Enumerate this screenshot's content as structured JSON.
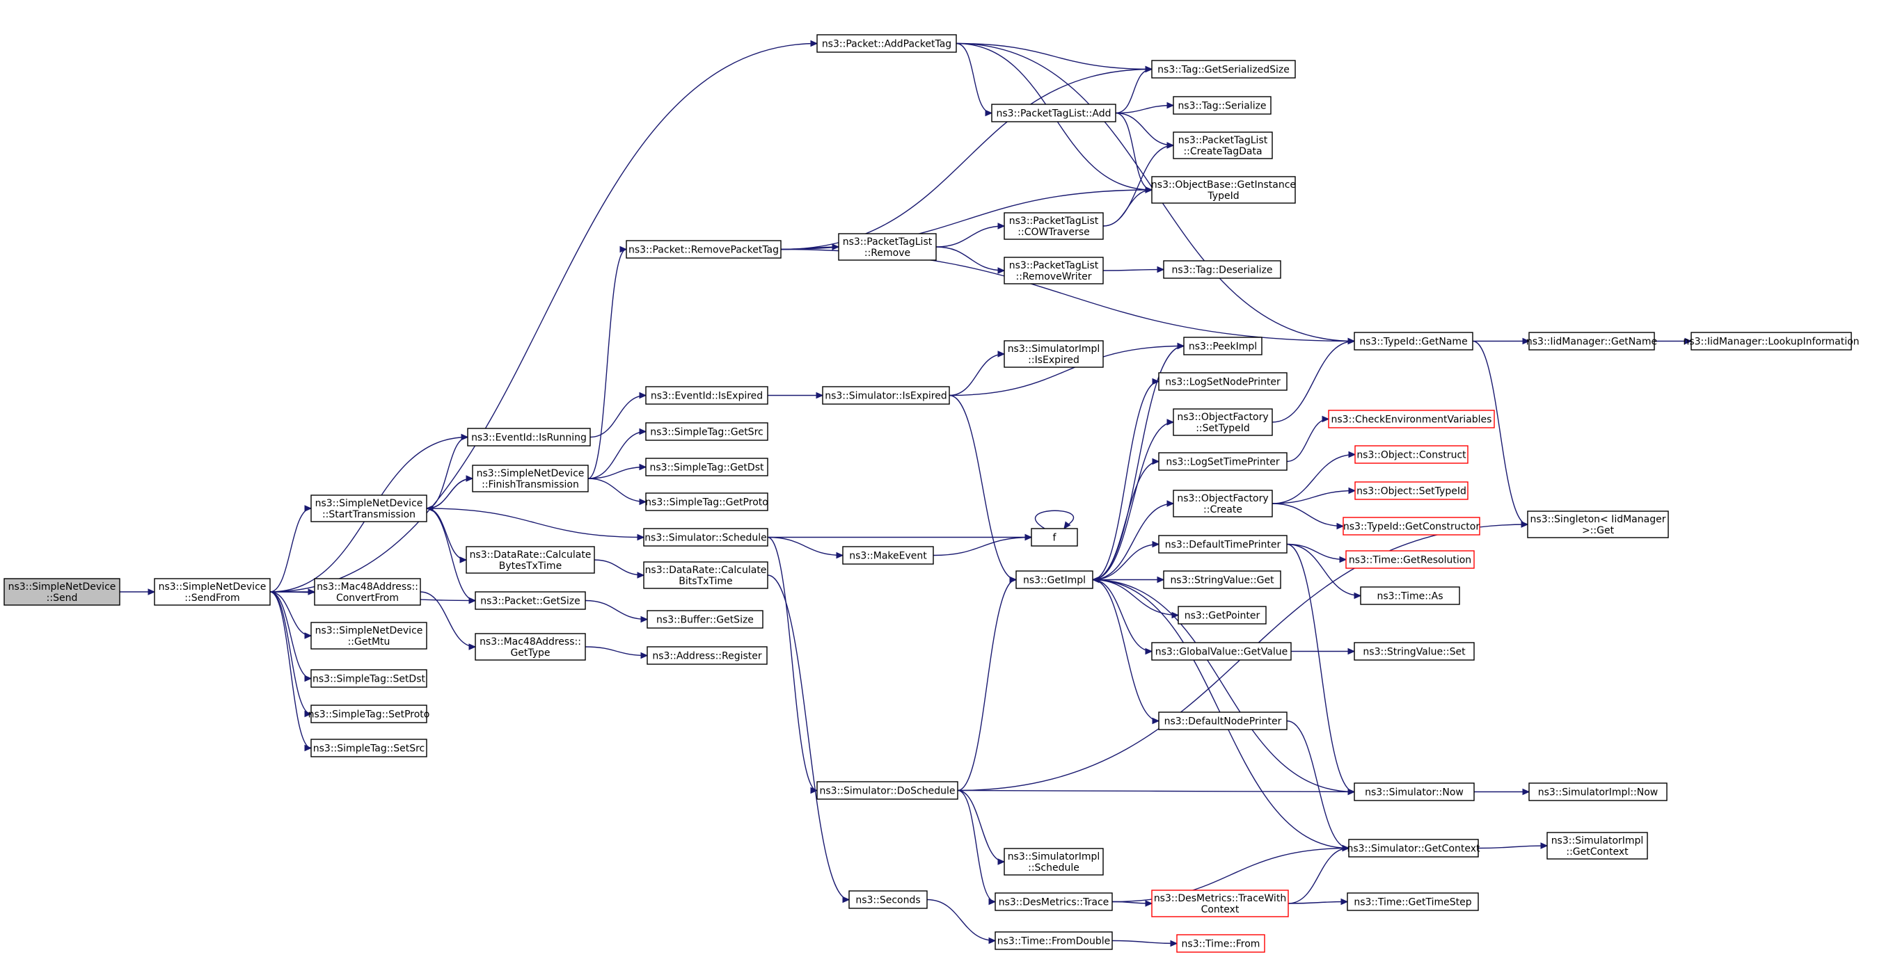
{
  "graph": {
    "root": "send",
    "colors": {
      "edge": "#191970",
      "root_fill": "#bfbfbf",
      "truncated_border": "#ff0000",
      "node_border": "#000000"
    },
    "nodes": {
      "send": {
        "lines": [
          "ns3::SimpleNetDevice",
          "::Send"
        ],
        "root": true
      },
      "sendfrom": {
        "lines": [
          "ns3::SimpleNetDevice",
          "::SendFrom"
        ]
      },
      "addpackettag": {
        "lines": [
          "ns3::Packet::AddPacketTag"
        ]
      },
      "removepackettag": {
        "lines": [
          "ns3::Packet::RemovePacketTag"
        ]
      },
      "isrunning": {
        "lines": [
          "ns3::EventId::IsRunning"
        ]
      },
      "starttransmission": {
        "lines": [
          "ns3::SimpleNetDevice",
          "::StartTransmission"
        ]
      },
      "finishtransmission": {
        "lines": [
          "ns3::SimpleNetDevice",
          "::FinishTransmission"
        ]
      },
      "convertfrom": {
        "lines": [
          "ns3::Mac48Address::",
          "ConvertFrom"
        ]
      },
      "getmtu": {
        "lines": [
          "ns3::SimpleNetDevice",
          "::GetMtu"
        ]
      },
      "setdst": {
        "lines": [
          "ns3::SimpleTag::SetDst"
        ]
      },
      "setproto": {
        "lines": [
          "ns3::SimpleTag::SetProto"
        ]
      },
      "setsrc": {
        "lines": [
          "ns3::SimpleTag::SetSrc"
        ]
      },
      "calcbytes": {
        "lines": [
          "ns3::DataRate::Calculate",
          "BytesTxTime"
        ]
      },
      "getsize": {
        "lines": [
          "ns3::Packet::GetSize"
        ]
      },
      "gettype48": {
        "lines": [
          "ns3::Mac48Address::",
          "GetType"
        ]
      },
      "isexpired_ev": {
        "lines": [
          "ns3::EventId::IsExpired"
        ]
      },
      "getsrc": {
        "lines": [
          "ns3::SimpleTag::GetSrc"
        ]
      },
      "getdst": {
        "lines": [
          "ns3::SimpleTag::GetDst"
        ]
      },
      "getproto": {
        "lines": [
          "ns3::SimpleTag::GetProto"
        ]
      },
      "schedule": {
        "lines": [
          "ns3::Simulator::Schedule"
        ]
      },
      "calcbits": {
        "lines": [
          "ns3::DataRate::Calculate",
          "BitsTxTime"
        ]
      },
      "buf_getsize": {
        "lines": [
          "ns3::Buffer::GetSize"
        ]
      },
      "addr_register": {
        "lines": [
          "ns3::Address::Register"
        ]
      },
      "ptl_remove": {
        "lines": [
          "ns3::PacketTagList",
          "::Remove"
        ]
      },
      "sim_isexpired": {
        "lines": [
          "ns3::Simulator::IsExpired"
        ]
      },
      "makeevent": {
        "lines": [
          "ns3::MakeEvent"
        ]
      },
      "doschedule": {
        "lines": [
          "ns3::Simulator::DoSchedule"
        ]
      },
      "seconds": {
        "lines": [
          "ns3::Seconds"
        ]
      },
      "ptl_add": {
        "lines": [
          "ns3::PacketTagList::Add"
        ]
      },
      "ptl_cow": {
        "lines": [
          "ns3::PacketTagList",
          "::COWTraverse"
        ]
      },
      "ptl_rmw": {
        "lines": [
          "ns3::PacketTagList",
          "::RemoveWriter"
        ]
      },
      "simimpl_isexpired": {
        "lines": [
          "ns3::SimulatorImpl",
          "::IsExpired"
        ]
      },
      "f": {
        "lines": [
          "f"
        ]
      },
      "getimpl": {
        "lines": [
          "ns3::GetImpl"
        ]
      },
      "simimpl_schedule": {
        "lines": [
          "ns3::SimulatorImpl",
          "::Schedule"
        ]
      },
      "desmetrics_trace": {
        "lines": [
          "ns3::DesMetrics::Trace"
        ]
      },
      "fromdouble": {
        "lines": [
          "ns3::Time::FromDouble"
        ]
      },
      "tag_getsersize": {
        "lines": [
          "ns3::Tag::GetSerializedSize"
        ]
      },
      "tag_serialize": {
        "lines": [
          "ns3::Tag::Serialize"
        ]
      },
      "ptl_createtagdata": {
        "lines": [
          "ns3::PacketTagList",
          "::CreateTagData"
        ]
      },
      "ob_getinstance": {
        "lines": [
          "ns3::ObjectBase::GetInstance",
          "TypeId"
        ]
      },
      "tag_deserialize": {
        "lines": [
          "ns3::Tag::Deserialize"
        ]
      },
      "peekimpl": {
        "lines": [
          "ns3::PeekImpl"
        ]
      },
      "lognodeprinter": {
        "lines": [
          "ns3::LogSetNodePrinter"
        ]
      },
      "of_settypeid": {
        "lines": [
          "ns3::ObjectFactory",
          "::SetTypeId"
        ]
      },
      "logtimeprinter": {
        "lines": [
          "ns3::LogSetTimePrinter"
        ]
      },
      "of_create": {
        "lines": [
          "ns3::ObjectFactory",
          "::Create"
        ]
      },
      "deftimeprinter": {
        "lines": [
          "ns3::DefaultTimePrinter"
        ]
      },
      "strval_get": {
        "lines": [
          "ns3::StringValue::Get"
        ]
      },
      "getpointer": {
        "lines": [
          "ns3::GetPointer"
        ]
      },
      "gv_getvalue": {
        "lines": [
          "ns3::GlobalValue::GetValue"
        ]
      },
      "defnodeprinter": {
        "lines": [
          "ns3::DefaultNodePrinter"
        ]
      },
      "tracewithctx": {
        "lines": [
          "ns3::DesMetrics::TraceWith",
          "Context"
        ],
        "truncated": true
      },
      "time_from": {
        "lines": [
          "ns3::Time::From"
        ],
        "truncated": true
      },
      "typeid_getname": {
        "lines": [
          "ns3::TypeId::GetName"
        ]
      },
      "checkenv": {
        "lines": [
          "ns3::CheckEnvironmentVariables"
        ],
        "truncated": true
      },
      "obj_construct": {
        "lines": [
          "ns3::Object::Construct"
        ],
        "truncated": true
      },
      "obj_settypeid": {
        "lines": [
          "ns3::Object::SetTypeId"
        ],
        "truncated": true
      },
      "typeid_getctor": {
        "lines": [
          "ns3::TypeId::GetConstructor"
        ],
        "truncated": true
      },
      "time_getres": {
        "lines": [
          "ns3::Time::GetResolution"
        ],
        "truncated": true
      },
      "time_as": {
        "lines": [
          "ns3::Time::As"
        ]
      },
      "strval_set": {
        "lines": [
          "ns3::StringValue::Set"
        ]
      },
      "sim_now": {
        "lines": [
          "ns3::Simulator::Now"
        ]
      },
      "sim_getcontext": {
        "lines": [
          "ns3::Simulator::GetContext"
        ]
      },
      "time_gettimestep": {
        "lines": [
          "ns3::Time::GetTimeStep"
        ]
      },
      "iidmgr_getname": {
        "lines": [
          "ns3::IidManager::GetName"
        ]
      },
      "iidmgr_lookup": {
        "lines": [
          "ns3::IidManager::LookupInformation"
        ]
      },
      "singleton_get": {
        "lines": [
          "ns3::Singleton< IidManager",
          " >::Get"
        ]
      },
      "simimpl_now": {
        "lines": [
          "ns3::SimulatorImpl::Now"
        ]
      },
      "simimpl_getcontext": {
        "lines": [
          "ns3::SimulatorImpl",
          "::GetContext"
        ]
      }
    },
    "edges": [
      [
        "send",
        "sendfrom"
      ],
      [
        "sendfrom",
        "addpackettag"
      ],
      [
        "sendfrom",
        "isrunning"
      ],
      [
        "sendfrom",
        "starttransmission"
      ],
      [
        "sendfrom",
        "getsize"
      ],
      [
        "sendfrom",
        "convertfrom"
      ],
      [
        "sendfrom",
        "getmtu"
      ],
      [
        "sendfrom",
        "setdst"
      ],
      [
        "sendfrom",
        "setproto"
      ],
      [
        "sendfrom",
        "setsrc"
      ],
      [
        "starttransmission",
        "isrunning"
      ],
      [
        "starttransmission",
        "finishtransmission"
      ],
      [
        "starttransmission",
        "calcbytes"
      ],
      [
        "starttransmission",
        "getsize"
      ],
      [
        "starttransmission",
        "schedule"
      ],
      [
        "finishtransmission",
        "starttransmission"
      ],
      [
        "finishtransmission",
        "removepackettag"
      ],
      [
        "finishtransmission",
        "getsrc"
      ],
      [
        "finishtransmission",
        "getdst"
      ],
      [
        "finishtransmission",
        "getproto"
      ],
      [
        "isrunning",
        "isexpired_ev"
      ],
      [
        "isexpired_ev",
        "sim_isexpired"
      ],
      [
        "convertfrom",
        "gettype48"
      ],
      [
        "gettype48",
        "addr_register"
      ],
      [
        "calcbytes",
        "calcbits"
      ],
      [
        "calcbits",
        "seconds"
      ],
      [
        "getsize",
        "buf_getsize"
      ],
      [
        "schedule",
        "f"
      ],
      [
        "schedule",
        "makeevent"
      ],
      [
        "schedule",
        "doschedule"
      ],
      [
        "makeevent",
        "f"
      ],
      [
        "f",
        "f"
      ],
      [
        "removepackettag",
        "tag_getsersize"
      ],
      [
        "removepackettag",
        "ptl_remove"
      ],
      [
        "removepackettag",
        "ob_getinstance"
      ],
      [
        "removepackettag",
        "typeid_getname"
      ],
      [
        "ptl_remove",
        "ptl_cow"
      ],
      [
        "ptl_remove",
        "ptl_rmw"
      ],
      [
        "addpackettag",
        "tag_getsersize"
      ],
      [
        "addpackettag",
        "ptl_add"
      ],
      [
        "addpackettag",
        "ob_getinstance"
      ],
      [
        "addpackettag",
        "typeid_getname"
      ],
      [
        "ptl_add",
        "tag_getsersize"
      ],
      [
        "ptl_add",
        "tag_serialize"
      ],
      [
        "ptl_add",
        "ptl_createtagdata"
      ],
      [
        "ptl_add",
        "ob_getinstance"
      ],
      [
        "ptl_cow",
        "ptl_createtagdata"
      ],
      [
        "ptl_cow",
        "ob_getinstance"
      ],
      [
        "ptl_rmw",
        "tag_deserialize"
      ],
      [
        "sim_isexpired",
        "simimpl_isexpired"
      ],
      [
        "sim_isexpired",
        "peekimpl"
      ],
      [
        "sim_isexpired",
        "getimpl"
      ],
      [
        "doschedule",
        "getimpl"
      ],
      [
        "doschedule",
        "simimpl_schedule"
      ],
      [
        "doschedule",
        "desmetrics_trace"
      ],
      [
        "doschedule",
        "sim_now"
      ],
      [
        "doschedule",
        "singleton_get"
      ],
      [
        "getimpl",
        "peekimpl"
      ],
      [
        "getimpl",
        "lognodeprinter"
      ],
      [
        "getimpl",
        "of_settypeid"
      ],
      [
        "getimpl",
        "logtimeprinter"
      ],
      [
        "getimpl",
        "of_create"
      ],
      [
        "getimpl",
        "deftimeprinter"
      ],
      [
        "getimpl",
        "strval_get"
      ],
      [
        "getimpl",
        "getpointer"
      ],
      [
        "getimpl",
        "gv_getvalue"
      ],
      [
        "getimpl",
        "defnodeprinter"
      ],
      [
        "of_settypeid",
        "typeid_getname"
      ],
      [
        "logtimeprinter",
        "checkenv"
      ],
      [
        "of_create",
        "obj_construct"
      ],
      [
        "of_create",
        "obj_settypeid"
      ],
      [
        "of_create",
        "typeid_getctor"
      ],
      [
        "deftimeprinter",
        "time_getres"
      ],
      [
        "deftimeprinter",
        "time_as"
      ],
      [
        "deftimeprinter",
        "sim_now"
      ],
      [
        "gv_getvalue",
        "strval_set"
      ],
      [
        "defnodeprinter",
        "sim_getcontext"
      ],
      [
        "sim_now",
        "getimpl"
      ],
      [
        "sim_now",
        "simimpl_now"
      ],
      [
        "sim_getcontext",
        "getimpl"
      ],
      [
        "sim_getcontext",
        "simimpl_getcontext"
      ],
      [
        "desmetrics_trace",
        "sim_getcontext"
      ],
      [
        "desmetrics_trace",
        "tracewithctx"
      ],
      [
        "tracewithctx",
        "sim_getcontext"
      ],
      [
        "tracewithctx",
        "time_gettimestep"
      ],
      [
        "seconds",
        "fromdouble"
      ],
      [
        "fromdouble",
        "time_from"
      ],
      [
        "typeid_getname",
        "iidmgr_getname"
      ],
      [
        "typeid_getname",
        "singleton_get"
      ],
      [
        "iidmgr_getname",
        "iidmgr_lookup"
      ]
    ]
  }
}
